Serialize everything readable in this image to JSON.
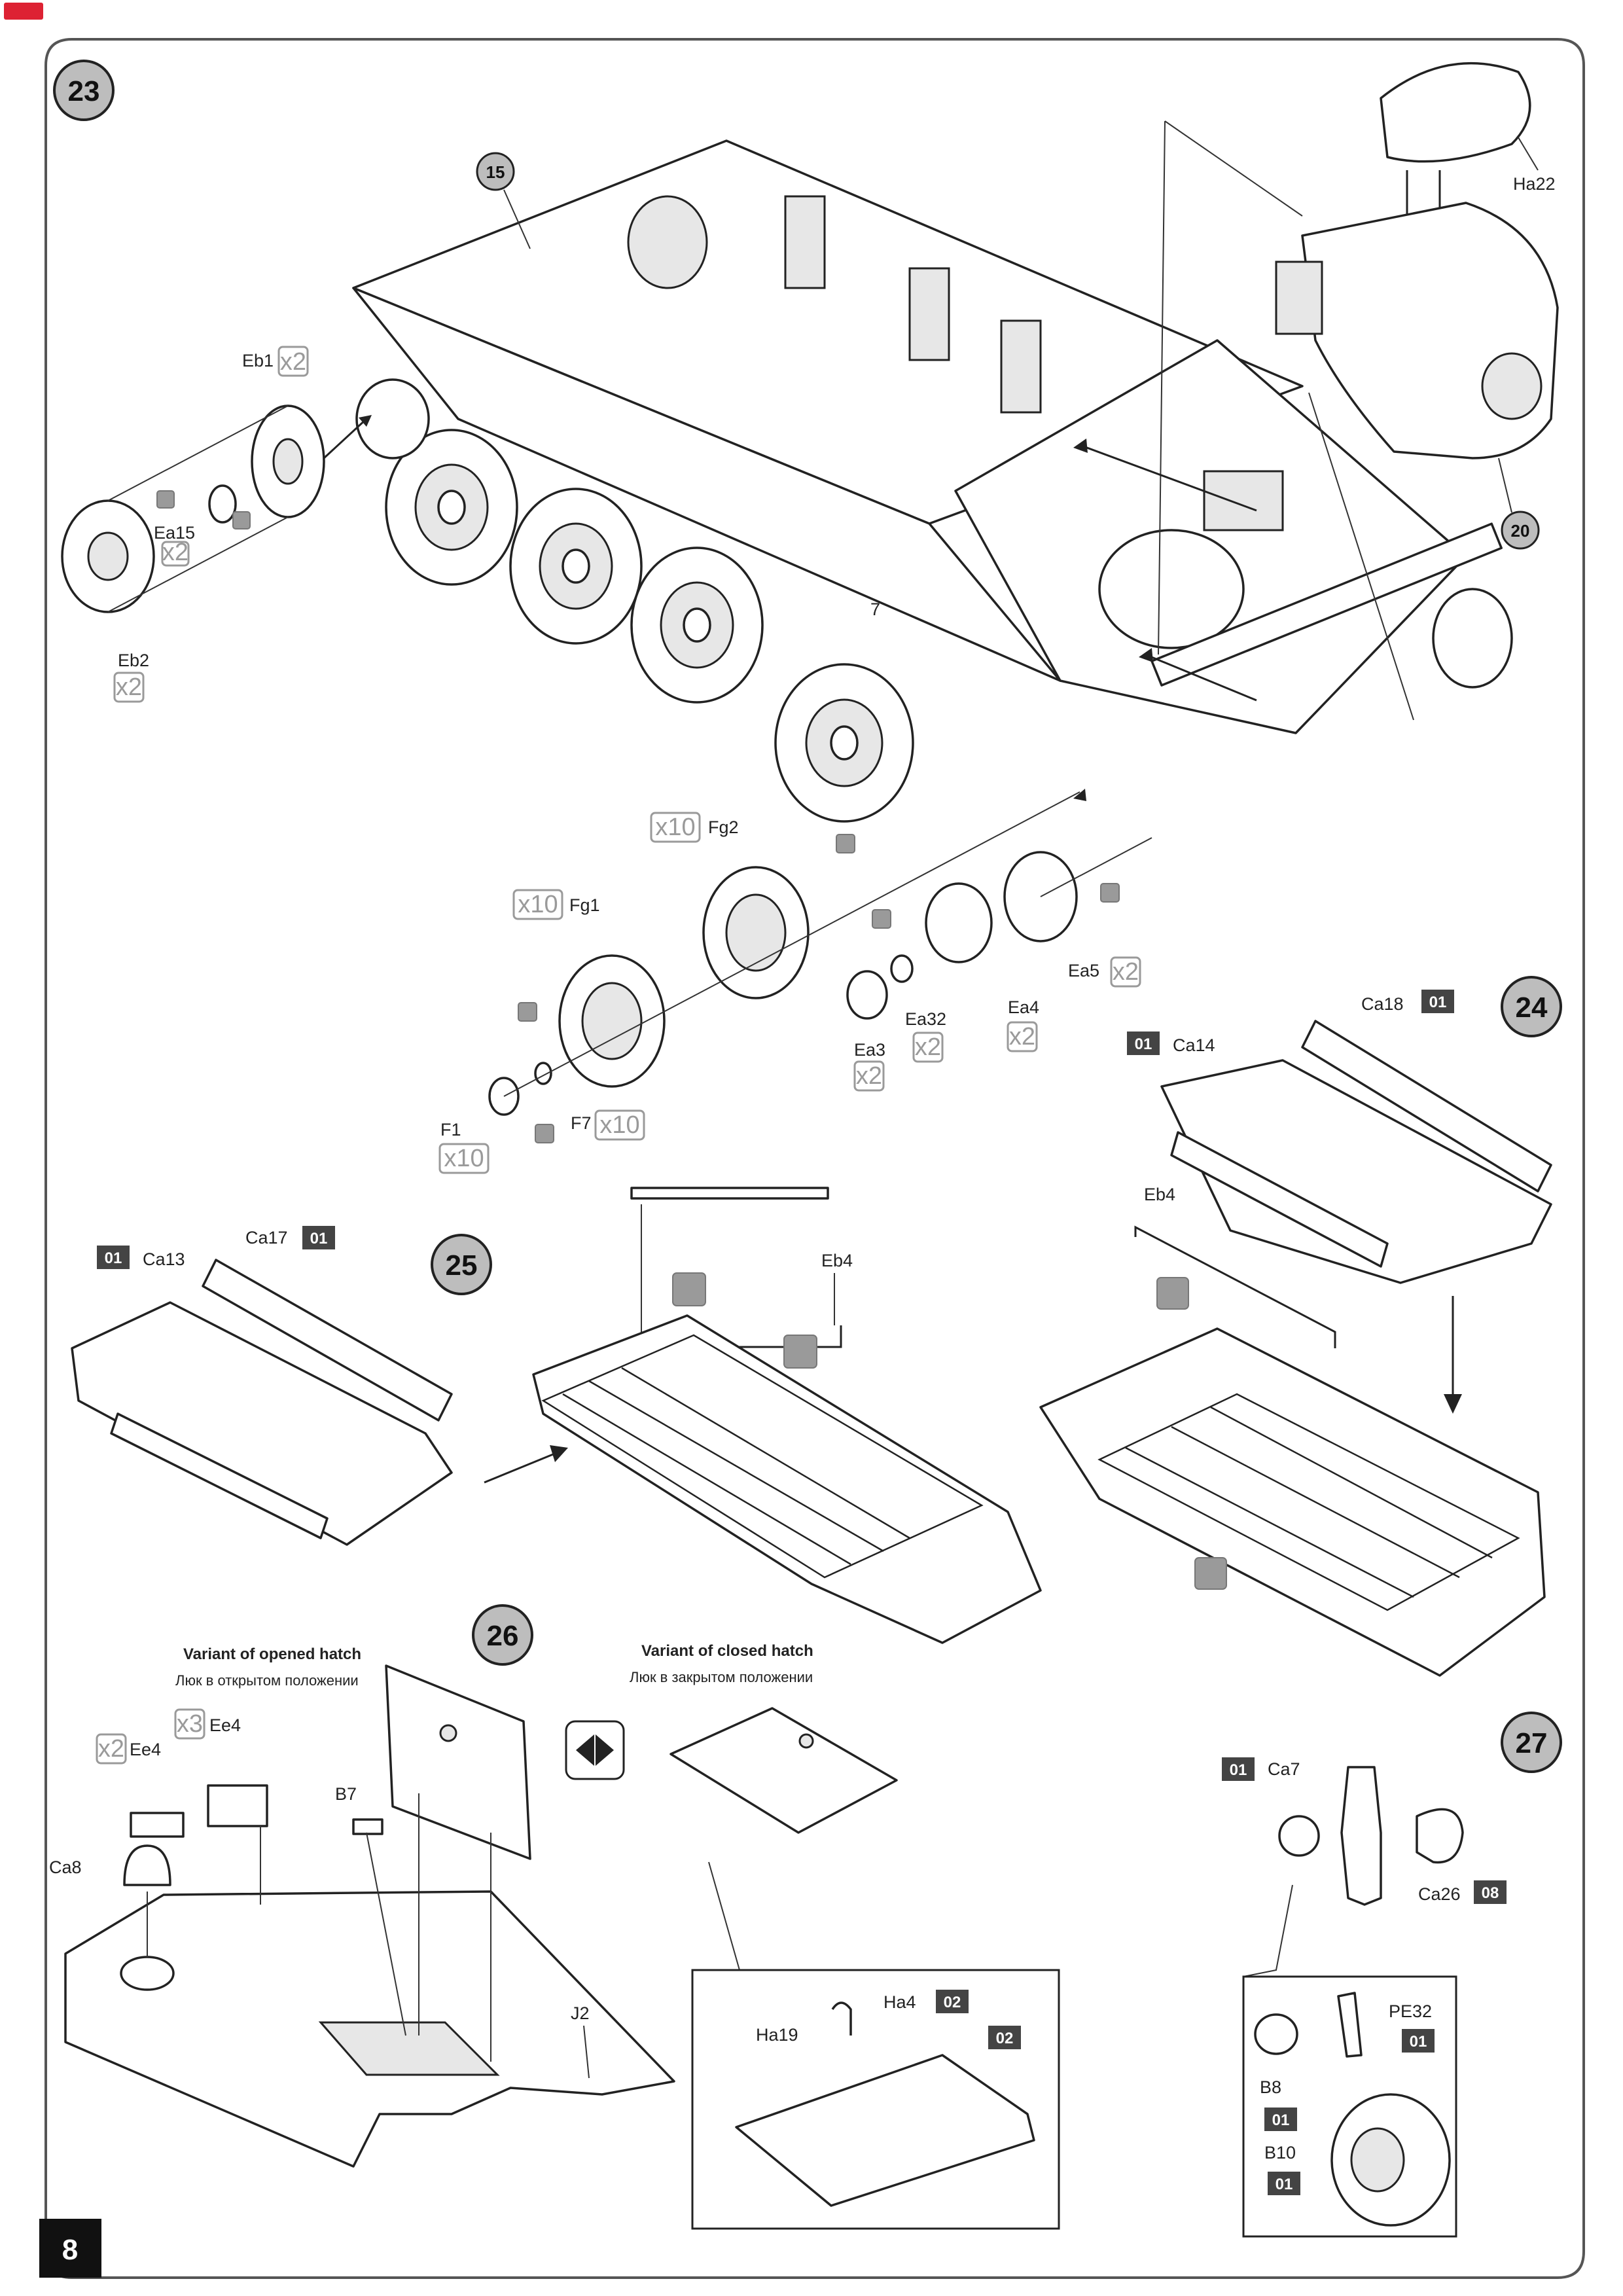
{
  "header_logo": "",
  "page_number": "8",
  "steps": {
    "s23": "23",
    "s24": "24",
    "s25": "25",
    "s26": "26",
    "s27": "27"
  },
  "refs": {
    "r15": "15",
    "r20": "20"
  },
  "labels": {
    "ha22": "Ha22",
    "eb1": "Eb1",
    "eb1_q": "x2",
    "ea15": "Ea15",
    "ea15_q": "x2",
    "eb2": "Eb2",
    "eb2_q": "x2",
    "fg2": "Fg2",
    "fg2_q": "x10",
    "fg1": "Fg1",
    "fg1_q": "x10",
    "f1": "F1",
    "f1_q": "x10",
    "f7": "F7",
    "f7_q": "x10",
    "ea3": "Ea3",
    "ea3_q": "x2",
    "ea32": "Ea32",
    "ea32_q": "x2",
    "ea4": "Ea4",
    "ea4_q": "x2",
    "ea5": "Ea5",
    "ea5_q": "x2",
    "ca18": "Ca18",
    "ca18_s": "01",
    "ca14": "Ca14",
    "ca14_s": "01",
    "eb4_r": "Eb4",
    "ca13": "Ca13",
    "ca13_s": "01",
    "ca17": "Ca17",
    "ca17_s": "01",
    "eb4_m": "Eb4",
    "variant_open": "Variant of opened hatch",
    "variant_open_ru": "Люк в открытом положении",
    "variant_closed": "Variant of closed hatch",
    "variant_closed_ru": "Люк в закрытом положении",
    "ee4_a": "Ee4",
    "ee4_a_q": "x2",
    "ee4_b": "Ee4",
    "ee4_b_q": "x3",
    "b7": "B7",
    "ca8": "Ca8",
    "j2": "J2",
    "ha4": "Ha4",
    "ha4_s": "02",
    "ha19": "Ha19",
    "ha19_s": "02",
    "ca7": "Ca7",
    "ca7_s": "01",
    "ca26": "Ca26",
    "ca26_s": "08",
    "pe32": "PE32",
    "pe32_s": "01",
    "b8": "B8",
    "b8_s": "01",
    "b10": "B10",
    "b10_s": "01"
  }
}
